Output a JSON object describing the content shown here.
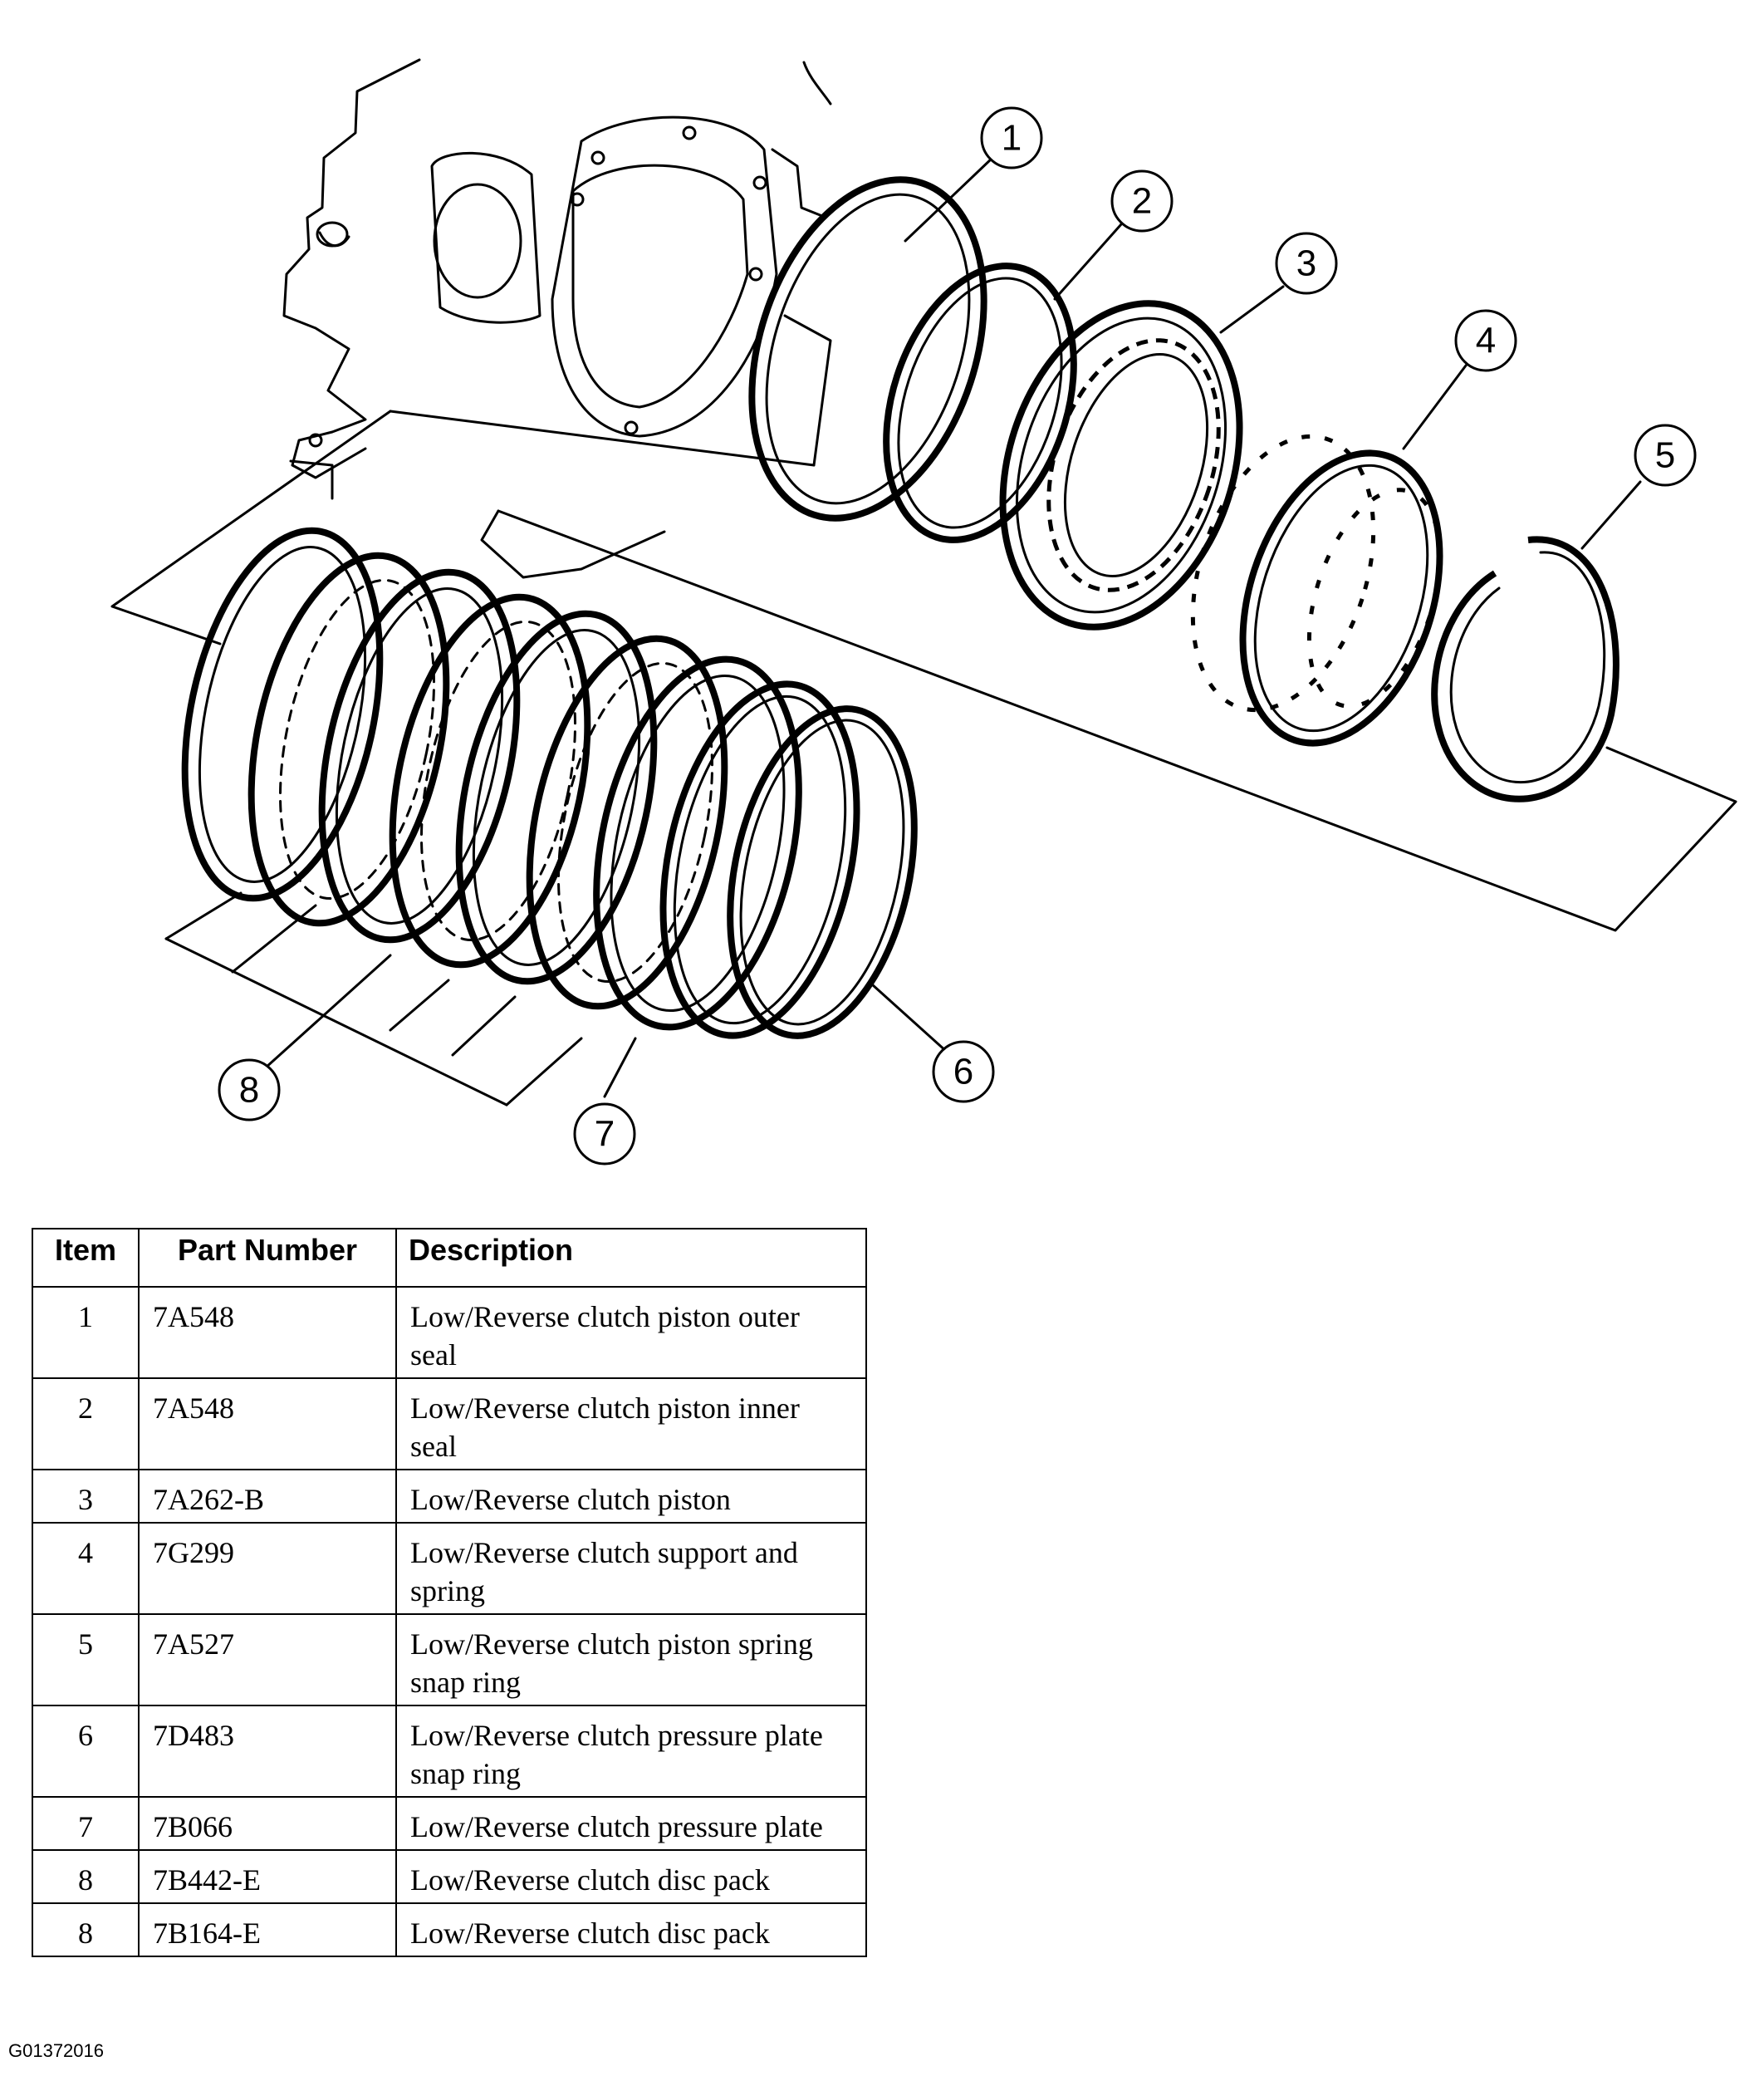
{
  "callouts": [
    "1",
    "2",
    "3",
    "4",
    "5",
    "6",
    "7",
    "8"
  ],
  "table": {
    "headers": [
      "Item",
      "Part Number",
      "Description"
    ],
    "rows": [
      {
        "item": "1",
        "part": "7A548",
        "desc": "Low/Reverse clutch piston outer seal"
      },
      {
        "item": "2",
        "part": "7A548",
        "desc": "Low/Reverse clutch piston inner seal"
      },
      {
        "item": "3",
        "part": "7A262-B",
        "desc": "Low/Reverse clutch piston"
      },
      {
        "item": "4",
        "part": "7G299",
        "desc": "Low/Reverse clutch support and spring"
      },
      {
        "item": "5",
        "part": "7A527",
        "desc": "Low/Reverse clutch piston spring snap ring"
      },
      {
        "item": "6",
        "part": "7D483",
        "desc": "Low/Reverse clutch pressure plate snap ring"
      },
      {
        "item": "7",
        "part": "7B066",
        "desc": "Low/Reverse clutch pressure plate"
      },
      {
        "item": "8",
        "part": "7B442-E",
        "desc": "Low/Reverse clutch disc pack"
      },
      {
        "item": "8",
        "part": "7B164-E",
        "desc": "Low/Reverse clutch disc pack"
      }
    ]
  },
  "figure_id": "G01372016"
}
